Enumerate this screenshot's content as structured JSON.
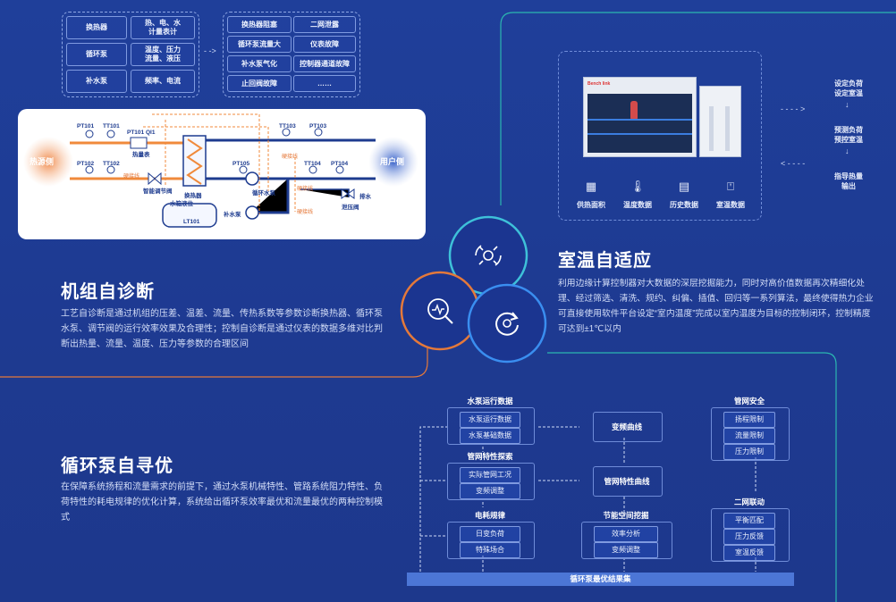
{
  "top_matrix": {
    "left": [
      [
        "换热器",
        "热、电、水\n计量表计"
      ],
      [
        "循环泵",
        "温度、压力\n流量、液压"
      ],
      [
        "补水泵",
        "频率、电流"
      ]
    ],
    "right": [
      [
        "换热器阻塞",
        "二网泄露"
      ],
      [
        "循环泵流量大",
        "仪表故障"
      ],
      [
        "补水泵气化",
        "控制器通道故障"
      ],
      [
        "止回阀故障",
        "……"
      ]
    ]
  },
  "schematic": {
    "hot_side": "热源侧",
    "user_side": "用户侧",
    "labels": {
      "pt101": "PT101",
      "tt101": "TT101",
      "pt101_qt1": "PT101  QI1",
      "pt102": "PT102",
      "tt102": "TT102",
      "pt105": "PT105",
      "tt103": "TT103",
      "pt103": "PT103",
      "tt104": "TT104",
      "pt104": "PT104",
      "heat_meter": "热量表",
      "valve": "智能调节阀",
      "hx": "换热器",
      "pump": "循环水泵",
      "tank": "水箱液位",
      "lt101": "LT101",
      "makeup_pump": "补水泵",
      "pressure_valve": "泄压阀",
      "drain": "排水",
      "hard1": "硬接线",
      "hard2": "硬接线",
      "hard3": "硬接线",
      "hard4": "硬接线"
    }
  },
  "self_diag": {
    "title": "机组自诊断",
    "text": "工艺自诊断是通过机组的压差、温差、流量、传热系数等参数诊断换热器、循环泵水泵、调节阀的运行效率效果及合理性；控制自诊断是通过仪表的数据多维对比判断出热量、流量、温度、压力等参数的合理区间"
  },
  "room_adapt": {
    "title": "室温自适应",
    "text": "利用边缘计算控制器对大数据的深层挖掘能力，同时对高价值数据再次精细化处理、经过筛选、清洗、规约、纠偏、插值、回归等一系列算法，最终使得热力企业可直接使用软件平台设定“室内温度”完成以室内温度为目标的控制闭环，控制精度可达到±1℃以内",
    "icons": [
      "供热面积",
      "温度数据",
      "历史数据",
      "室温数据"
    ],
    "steps": [
      "设定负荷\n设定室温",
      "预测负荷\n预控室温",
      "指导热量\n输出"
    ],
    "brand": "Bench link"
  },
  "pump_opt": {
    "title": "循环泵自寻优",
    "text": "在保障系统扬程和流量需求的前提下，通过水泵机械特性、管路系统阻力特性、负荷特性的耗电规律的优化计算，系统给出循环泵效率最优和流量最优的两种控制模式",
    "col1": {
      "g1": "水泵运行数据",
      "g1_items": [
        "水泵运行数据",
        "水泵基础数据"
      ],
      "g2": "管网特性探索",
      "g2_items": [
        "实际管网工况",
        "变频调整"
      ],
      "g3": "电耗规律",
      "g3_items": [
        "日变负荷",
        "特殊场合"
      ]
    },
    "col2": {
      "curve": "变频曲线",
      "net_curve": "管网特性曲线",
      "g": "节能空间挖掘",
      "items": [
        "效率分析",
        "变频调整"
      ]
    },
    "col3": {
      "g1": "管网安全",
      "g1_items": [
        "扬程限制",
        "流量限制",
        "压力限制"
      ],
      "g2": "二网联动",
      "g2_items": [
        "平衡匹配",
        "压力反馈",
        "室温反馈"
      ]
    },
    "result": "循环泵最优结果集"
  }
}
